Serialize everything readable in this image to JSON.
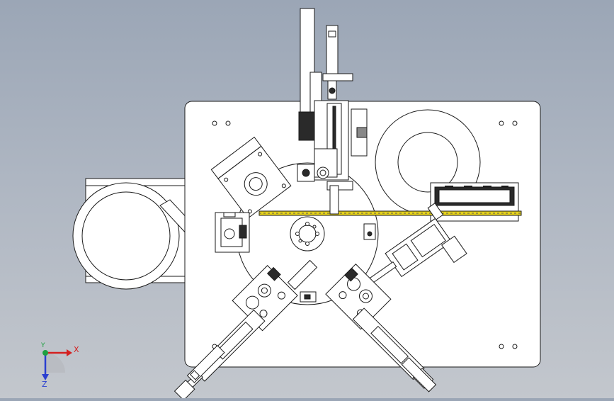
{
  "triad": {
    "x_label": "X",
    "y_label": "Y",
    "z_label": "Z",
    "x_color": "#d42020",
    "y_color": "#1fa040",
    "z_color": "#2a3fd0"
  },
  "colors": {
    "background_top": "#9ba6b6",
    "background_bottom": "#c3c7cd",
    "part_fill": "#ffffff",
    "line": "#1a1a1a",
    "dark": "#2a2a2a",
    "belt": "#e6d21a"
  }
}
